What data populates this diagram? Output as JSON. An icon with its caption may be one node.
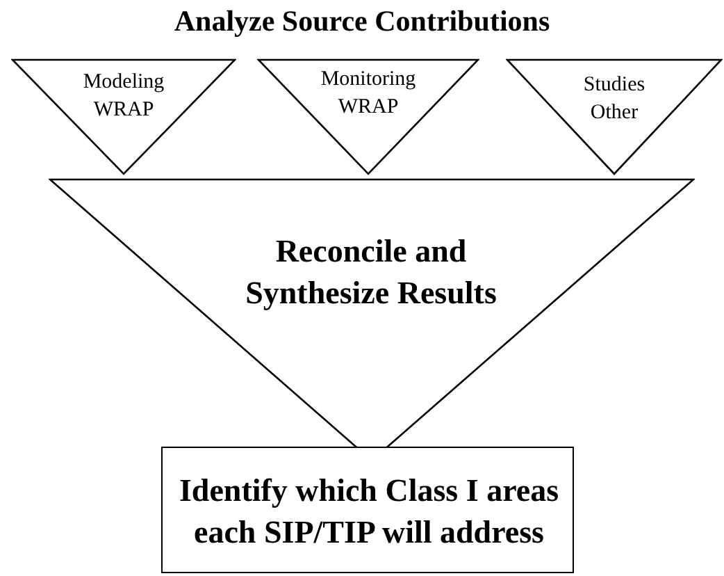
{
  "diagram": {
    "title": "Analyze Source Contributions",
    "nodes": [
      {
        "text": [
          "Modeling WRAP"
        ]
      },
      {
        "text": [
          "Monitoring WRAP"
        ]
      },
      {
        "text": [
          "Studies Other"
        ]
      },
      {
        "text": [
          "Reconcile and Synthesize Results"
        ]
      },
      {
        "text": [
          "Identify which Class I areas each SIP/TIP will address"
        ]
      }
    ],
    "edges": []
  }
}
